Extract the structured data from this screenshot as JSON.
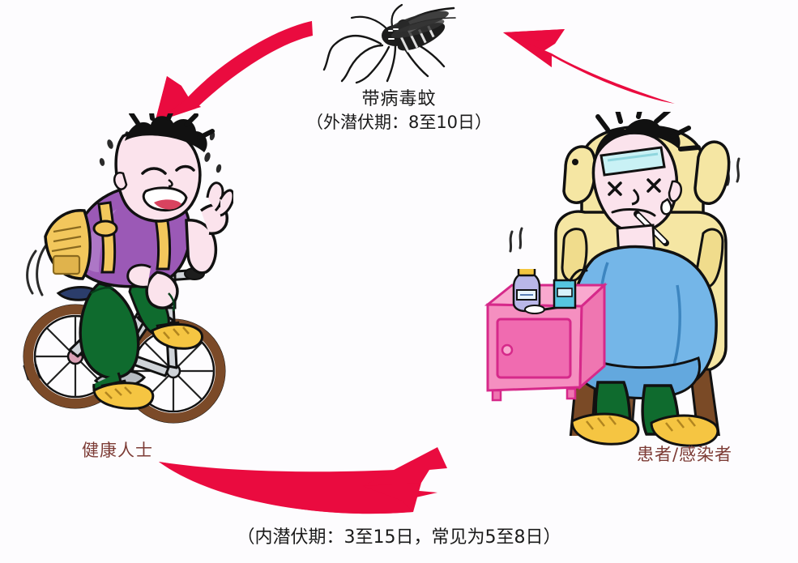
{
  "diagram": {
    "title_visible": false,
    "background_color": "#fdfcfe",
    "arrow_color": "#ea0b3f",
    "label_dark_color": "#1a1a1a",
    "label_side_color": "#7d3c36"
  },
  "nodes": {
    "mosquito": {
      "icon": "mosquito-icon",
      "label": "带病毒蚊",
      "sublabel": "（外潜伏期：8至10日）"
    },
    "healthy": {
      "icon": "cyclist-icon",
      "label": "健康人士"
    },
    "patient": {
      "icon": "sick-person-icon",
      "label": "患者/感染者"
    }
  },
  "arrows": {
    "mosquito_to_healthy": {
      "name": "arrow-mosquito-to-healthy",
      "direction": "down-left",
      "color": "#ea0b3f"
    },
    "patient_to_mosquito": {
      "name": "arrow-patient-to-mosquito",
      "direction": "up-left",
      "color": "#ea0b3f"
    },
    "healthy_to_patient": {
      "name": "arrow-healthy-to-patient",
      "direction": "right-up",
      "color": "#ea0b3f",
      "caption": "（内潜伏期：3至15日，常见为5至8日）"
    }
  },
  "colors": {
    "shirt_purple": "#9b59b6",
    "pants_green": "#0f6b2e",
    "backpack_yellow": "#f2c75c",
    "skin": "#fbe3ec",
    "hair_black": "#111111",
    "tire_brown": "#7b4a28",
    "frame_gray": "#c9cdd2",
    "shoe_yellow": "#f5c542",
    "chair_yellow": "#f5e6a3",
    "blanket_blue": "#74b6e8",
    "nightstand_pink": "#f58fc0",
    "patch_cyan": "#c9f1f5"
  }
}
